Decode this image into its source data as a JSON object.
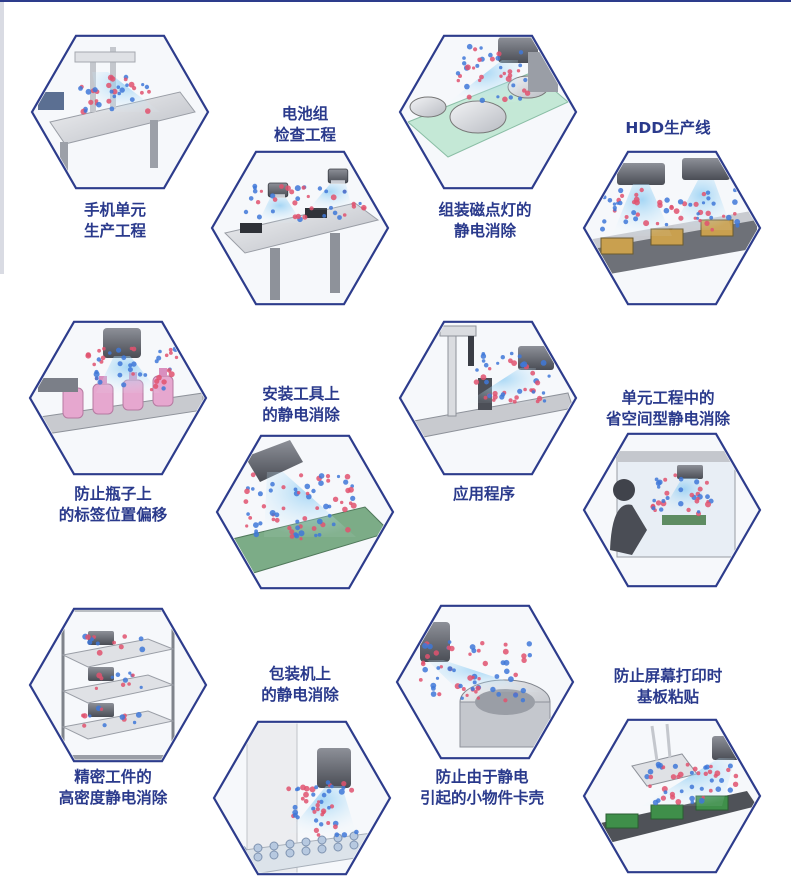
{
  "theme": {
    "hex_stroke": "#2d3c8c",
    "label_color": "#2a3a8c",
    "ion_plus": "#e0526f",
    "ion_minus": "#3f78d8",
    "blast": "#8ecbf0"
  },
  "tiles": [
    {
      "id": "phone",
      "label": "手机单元\n生产工程",
      "icon": "workbench-machine-illustration"
    },
    {
      "id": "battery",
      "label": "电池组\n检查工程",
      "icon": "battery-inspection-illustration"
    },
    {
      "id": "magnet",
      "label": "组装磁点灯的\n静电消除",
      "icon": "lamp-assembly-illustration"
    },
    {
      "id": "hdd",
      "label": "HDD生产线",
      "icon": "hdd-conveyor-illustration"
    },
    {
      "id": "bottle",
      "label": "防止瓶子上\n的标签位置偏移",
      "icon": "bottle-line-illustration"
    },
    {
      "id": "tool",
      "label": "安装工具上\n的静电消除",
      "icon": "tool-ionizer-illustration"
    },
    {
      "id": "app",
      "label": "应用程序",
      "icon": "robot-arm-illustration"
    },
    {
      "id": "space",
      "label": "单元工程中的\n省空间型静电消除",
      "icon": "booth-operator-illustration"
    },
    {
      "id": "precision",
      "label": "精密工件的\n高密度静电消除",
      "icon": "shelf-rack-illustration"
    },
    {
      "id": "packing",
      "label": "包装机上\n的静电消除",
      "icon": "packing-film-illustration"
    },
    {
      "id": "parts",
      "label": "防止由于静电\n引起的小物件卡壳",
      "icon": "parts-feeder-illustration"
    },
    {
      "id": "screen",
      "label": "防止屏幕打印时\n基板粘贴",
      "icon": "screen-print-illustration"
    }
  ]
}
